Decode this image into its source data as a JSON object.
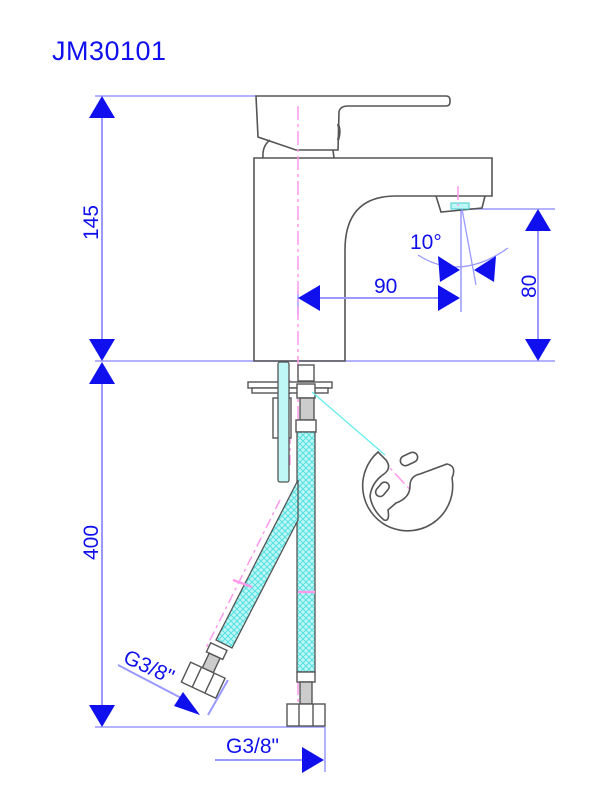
{
  "title": "JM30101",
  "dimensions": {
    "body_height": "145",
    "hose_length": "400",
    "spout_reach": "90",
    "spout_clearance": "80",
    "spray_angle": "10°",
    "hose_thread_angled": "G3/8\"",
    "hose_thread_straight": "G3/8\""
  },
  "colors": {
    "dimension": "#1010ee",
    "dimension_line": "#9999ff",
    "outline": "#555555",
    "centerline": "#ff99ee",
    "hose": "#66eeee"
  }
}
